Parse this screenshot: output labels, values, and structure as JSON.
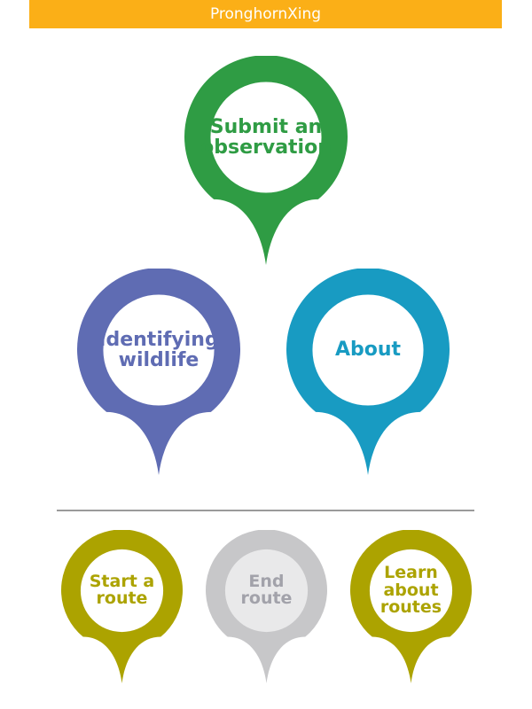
{
  "header": {
    "title": "PronghornXing"
  },
  "main_pins": [
    {
      "label": "Submit an observation",
      "color": "#2f9c44",
      "inner": "#ffffff",
      "text_color": "#2f9c44"
    },
    {
      "label": "Identifying wildlife",
      "color": "#5f6cb3",
      "inner": "#ffffff",
      "text_color": "#5f6cb3"
    },
    {
      "label": "About",
      "color": "#189bc2",
      "inner": "#ffffff",
      "text_color": "#189bc2"
    }
  ],
  "route_pins": [
    {
      "label": "Start a route",
      "color": "#aca300",
      "inner": "#ffffff",
      "text_color": "#aca300"
    },
    {
      "label": "End route",
      "color": "#c7c7c9",
      "inner": "#e9e9ea",
      "text_color": "#a2a2aa",
      "disabled": true
    },
    {
      "label": "Learn about routes",
      "color": "#aca300",
      "inner": "#ffffff",
      "text_color": "#aca300"
    }
  ]
}
